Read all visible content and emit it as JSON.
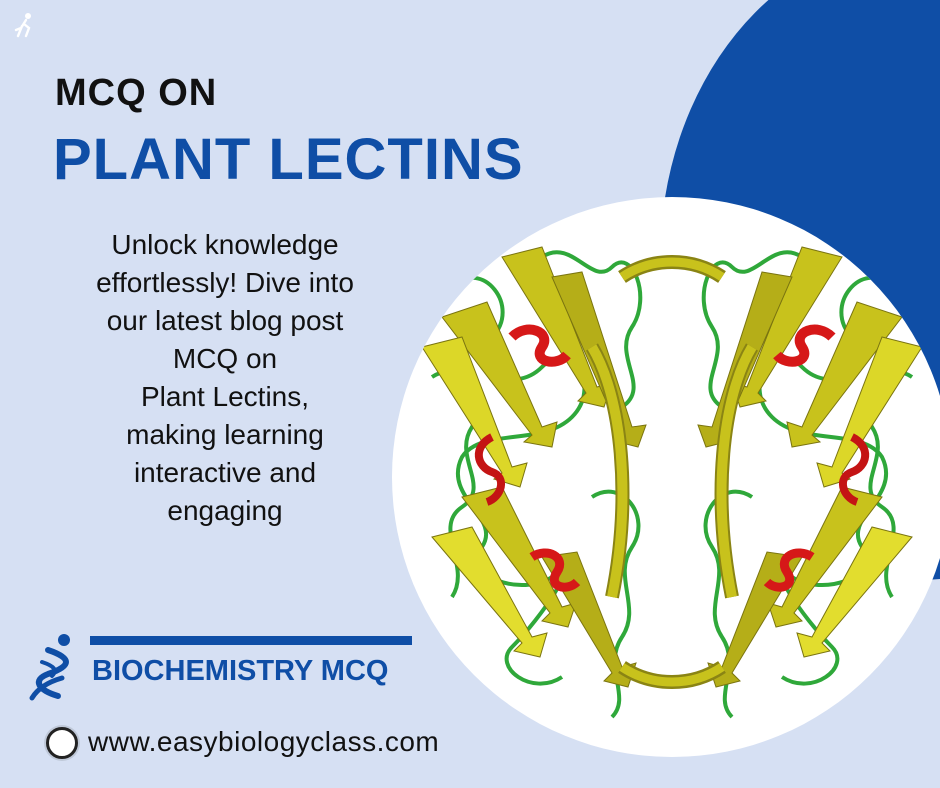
{
  "title": {
    "kicker": "MCQ ON",
    "headline": "PLANT LECTINS"
  },
  "body": {
    "lines": [
      "Unlock knowledge",
      "effortlessly!  Dive into",
      "our latest blog post",
      "MCQ on",
      "Plant Lectins,",
      "making learning",
      "interactive and",
      "engaging"
    ]
  },
  "brand": {
    "name": "BIOCHEMISTRY MCQ",
    "website": "www.easybiologyclass.com"
  },
  "icons": {
    "corner": "running-figure-icon",
    "brand_logo": "dna-figure-logo-icon",
    "website": "globe-icon"
  },
  "colors": {
    "background": "#d6e0f3",
    "accent": "#0f4ea6",
    "protein_strand": "#c8c21c",
    "protein_loop": "#2fa83a",
    "protein_helix": "#d61818"
  }
}
